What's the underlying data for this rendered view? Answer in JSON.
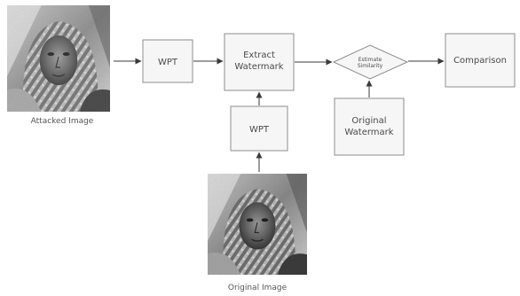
{
  "diagram": {
    "nodes": {
      "attacked_image": {
        "caption": "Attacked Image"
      },
      "original_image": {
        "caption": "Original Image"
      },
      "wpt_top": {
        "label": "WPT"
      },
      "extract": {
        "line1": "Extract",
        "line2": "Watermark"
      },
      "estimate": {
        "line1": "Estimate",
        "line2": "Similarity"
      },
      "comparison": {
        "label": "Comparison"
      },
      "wpt_bottom": {
        "label": "WPT"
      },
      "original_watermark": {
        "line1": "Original",
        "line2": "Watermark"
      }
    },
    "edges": [
      {
        "from": "attacked_image",
        "to": "wpt_top"
      },
      {
        "from": "wpt_top",
        "to": "extract"
      },
      {
        "from": "extract",
        "to": "estimate"
      },
      {
        "from": "estimate",
        "to": "comparison"
      },
      {
        "from": "wpt_bottom",
        "to": "extract"
      },
      {
        "from": "original_image",
        "to": "wpt_bottom"
      },
      {
        "from": "original_watermark",
        "to": "estimate"
      }
    ]
  }
}
